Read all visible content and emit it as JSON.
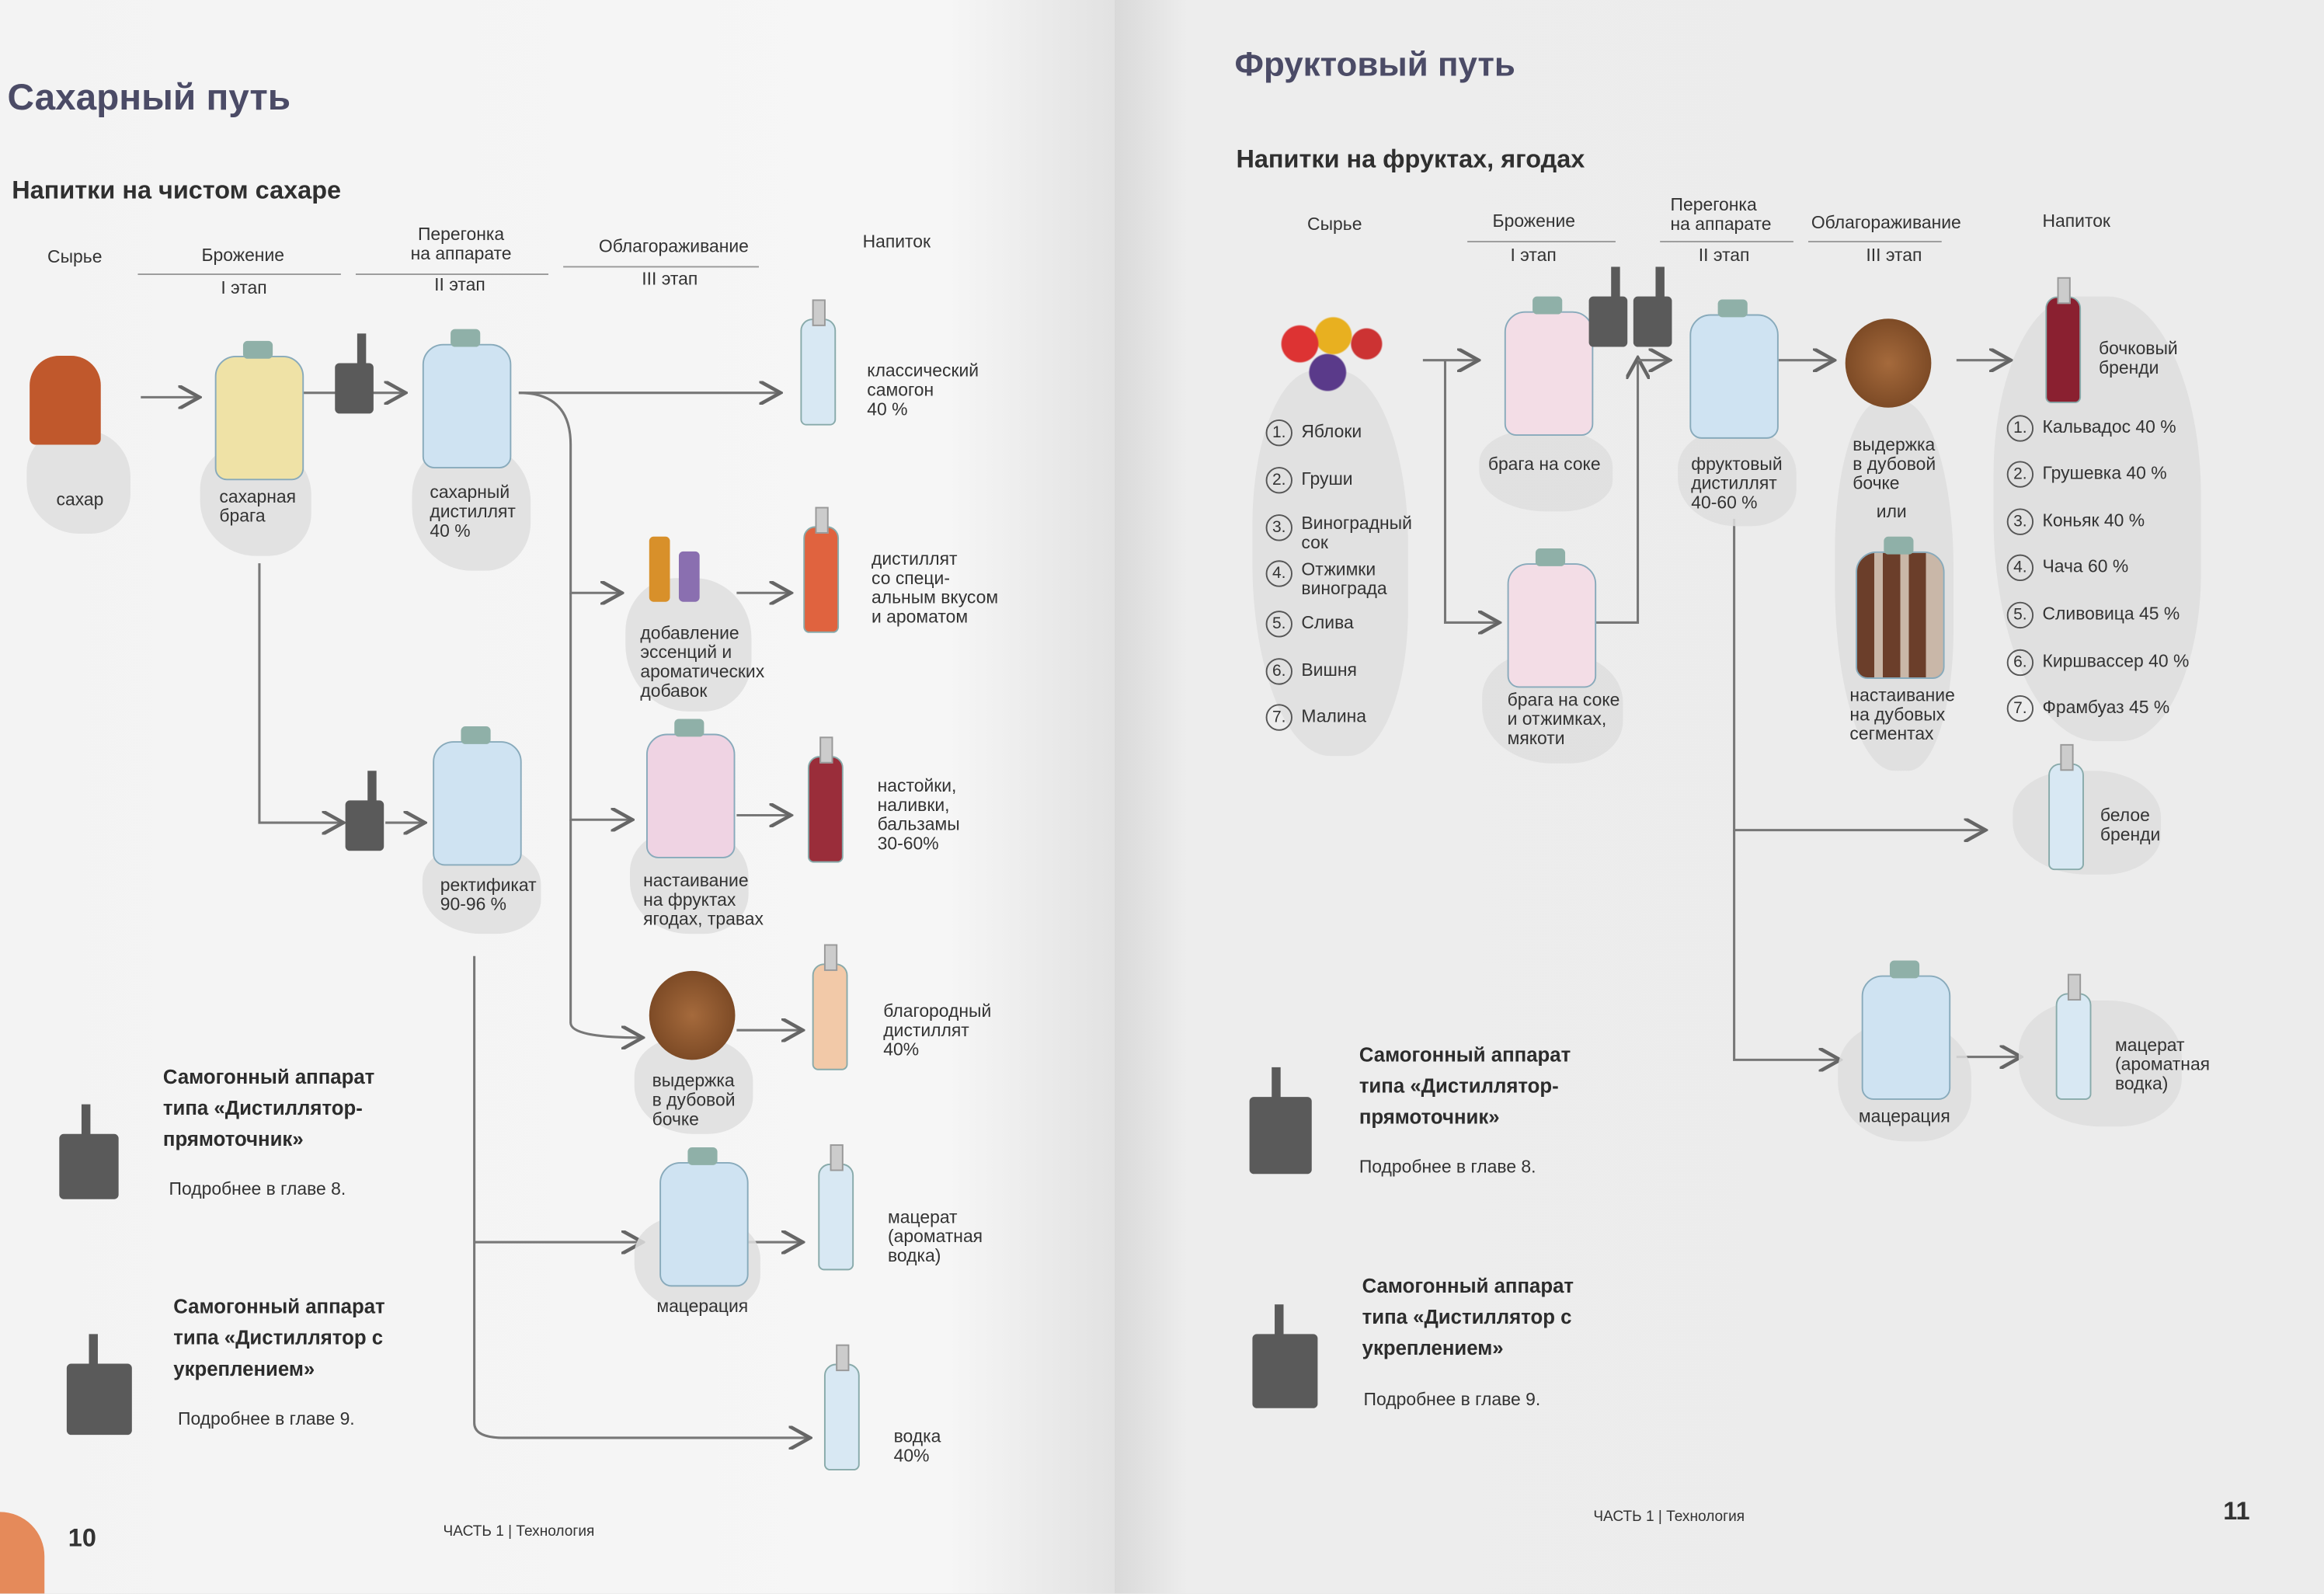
{
  "left": {
    "title": "Сахарный путь",
    "subtitle": "Напитки на чистом сахаре",
    "headers": {
      "raw": "Сырье",
      "ferment": "Брожение",
      "distill": "Перегонка\nна аппарате",
      "refine": "Облагораживание",
      "drink": "Напиток",
      "stage1": "I этап",
      "stage2": "II этап",
      "stage3": "III этап"
    },
    "nodes": {
      "sugar": "сахар",
      "mash": "сахарная\nбрага",
      "distillate": "сахарный\nдистиллят\n40 %",
      "rectified": "ректификат\n90-96 %",
      "essence": "добавление\nэссенций и\nароматических\nдобавок",
      "infusion": "настаивание\nна фруктах\nягодах, травах",
      "barrel": "выдержка\nв дубовой\nбочке",
      "maceration": "мацерация"
    },
    "drinks": {
      "classic": "классический\nсамогон\n40 %",
      "flavored": "дистиллят\nсо специ-\nальным вкусом\nи ароматом",
      "liqueurs": "настойки,\nналивки,\nбальзамы\n30-60%",
      "noble": "благородный\nдистиллят\n40%",
      "macerate": "мацерат\n(ароматная\nводка)",
      "vodka": "водка\n40%"
    },
    "apparatus": [
      {
        "title": "Самогонный аппарат\nтипа «Дистиллятор-\nпрямоточник»",
        "note": "Подробнее в главе 8."
      },
      {
        "title": "Самогонный аппарат\nтипа «Дистиллятор с\nукреплением»",
        "note": "Подробнее в главе 9."
      }
    ],
    "page_number": "10",
    "footer": "ЧАСТЬ 1 | Технология"
  },
  "right": {
    "title": "Фруктовый путь",
    "subtitle": "Напитки на фруктах, ягодах",
    "headers": {
      "raw": "Сырье",
      "ferment": "Брожение",
      "distill": "Перегонка\nна аппарате",
      "refine": "Облагораживание",
      "drink": "Напиток",
      "stage1": "I этап",
      "stage2": "II этап",
      "stage3": "III этап"
    },
    "raw_items": [
      {
        "n": "1.",
        "label": "Яблоки"
      },
      {
        "n": "2.",
        "label": "Груши"
      },
      {
        "n": "3.",
        "label": "Виноградный\nсок"
      },
      {
        "n": "4.",
        "label": "Отжимки\nвинограда"
      },
      {
        "n": "5.",
        "label": "Слива"
      },
      {
        "n": "6.",
        "label": "Вишня"
      },
      {
        "n": "7.",
        "label": "Малина"
      }
    ],
    "nodes": {
      "juice_mash": "брага на соке",
      "pomace_mash": "брага на соке\nи отжимках,\nмякоти",
      "distillate": "фруктовый\nдистиллят\n40-60 %",
      "barrel": "выдержка\nв дубовой\nбочке",
      "or": "или",
      "segments": "настаивание\nна дубовых\nсегментах",
      "maceration": "мацерация"
    },
    "drinks": {
      "brandy": "бочковый\nбренди",
      "white_brandy": "белое\nбренди",
      "macerate": "мацерат\n(ароматная\nводка)"
    },
    "brandy_list": [
      {
        "n": "1.",
        "label": "Кальвадос 40 %"
      },
      {
        "n": "2.",
        "label": "Грушевка 40 %"
      },
      {
        "n": "3.",
        "label": "Коньяк 40 %"
      },
      {
        "n": "4.",
        "label": "Чача 60 %"
      },
      {
        "n": "5.",
        "label": "Сливовица 45 %"
      },
      {
        "n": "6.",
        "label": "Киршвассер 40 %"
      },
      {
        "n": "7.",
        "label": "Фрамбуаз 45 %"
      }
    ],
    "apparatus": [
      {
        "title": "Самогонный аппарат\nтипа «Дистиллятор-\nпрямоточник»",
        "note": "Подробнее в главе 8."
      },
      {
        "title": "Самогонный аппарат\nтипа «Дистиллятор с\nукреплением»",
        "note": "Подробнее в главе 9."
      }
    ],
    "page_number": "11",
    "footer": "ЧАСТЬ 1 | Технология"
  }
}
